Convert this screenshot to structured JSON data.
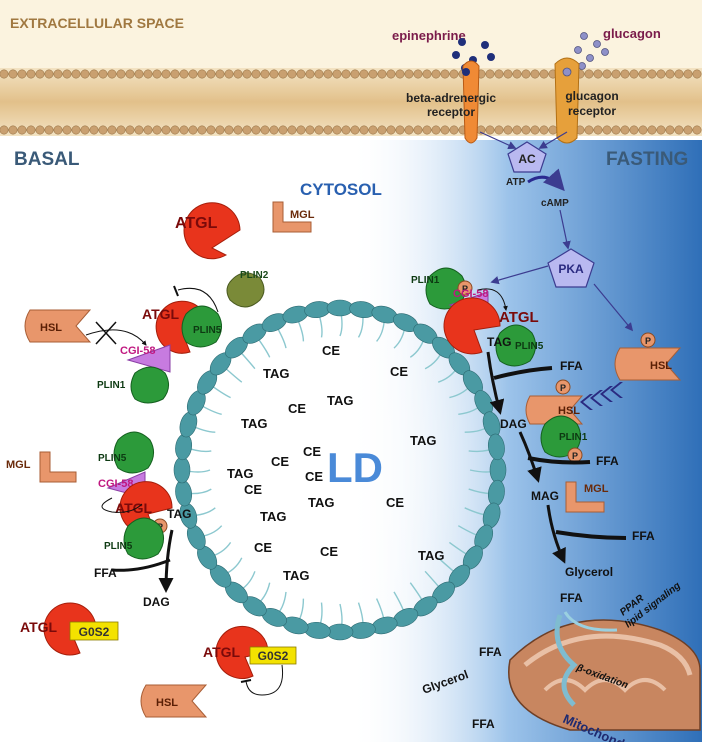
{
  "regions": {
    "extracellular": "EXTRACELLULAR SPACE",
    "basal": "BASAL",
    "fasting": "FASTING",
    "cytosol": "CYTOSOL",
    "ld": "LD",
    "mitochondrion": "Mitochondrion"
  },
  "hormones": {
    "epinephrine": "epinephrine",
    "glucagon": "glucagon"
  },
  "receptors": {
    "beta_line1": "beta-adrenergic",
    "beta_line2": "receptor",
    "gluc_line1": "glucagon",
    "gluc_line2": "receptor"
  },
  "signaling": {
    "ac": "AC",
    "atp": "ATP",
    "camp": "cAMP",
    "pka": "PKA"
  },
  "proteins": {
    "atgl": "ATGL",
    "mgl": "MGL",
    "hsl": "HSL",
    "g0s2": "G0S2",
    "cgi58": "CGI-58",
    "plin1": "PLIN1",
    "plin2": "PLIN2",
    "plin5": "PLIN5",
    "p": "P"
  },
  "lipids": {
    "tag": "TAG",
    "ce": "CE",
    "dag": "DAG",
    "mag": "MAG",
    "ffa": "FFA",
    "glycerol": "Glycerol"
  },
  "mito_labels": {
    "ppar_line1": "PPAR",
    "ppar_line2": "lipid signaling",
    "beta_ox": "β-oxidation"
  },
  "colors": {
    "membrane": "#e8c99a",
    "ld_ring": "#4a9aa3",
    "atgl": "#e8341c",
    "hsl_mgl": "#e8966b",
    "plin": "#2c9a3a",
    "cgi58": "#c77be0",
    "pka": "#b9b9f0",
    "fasting_bg": "#3f7fc0",
    "g0s2": "#f3e200"
  }
}
